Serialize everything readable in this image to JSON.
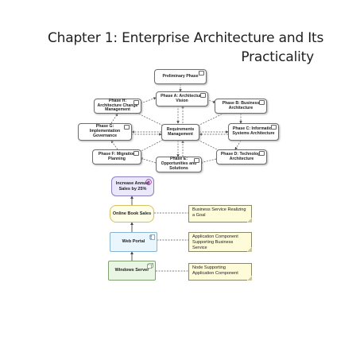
{
  "title": {
    "line1": "Chapter 1: Enterprise Architecture and Its",
    "line2": "Practicality"
  },
  "adm": {
    "preliminary": "Preliminary Phase",
    "phase_a": "Phase A: Architecture Vision",
    "phase_b": "Phase B: Business Architecture",
    "phase_c": "Phase C: Information Systems Architecture",
    "phase_d": "Phase D: Technology Architecture",
    "phase_e": "Phase E: Opportunities and Solutions",
    "phase_f": "Phase F: Migration Planning",
    "phase_g": "Phase G: Implementation Governance",
    "phase_h": "Phase H: Architecture Change Management",
    "requirements": "Requirements Management"
  },
  "layers": {
    "goal": "Increase Annual Sales by 25%",
    "service": "Online Book Sales",
    "component": "Web Portal",
    "node": "Windows Server"
  },
  "notes": {
    "service_note": "Business Service Realizing a Goal",
    "component_note": "Application Component Supporting Business Service",
    "node_note": "Node Supporting Application Component"
  },
  "colors": {
    "goal_fill": "#ece8fb",
    "goal_border": "#8a7fc0",
    "service_fill": "#fefee8",
    "service_border": "#d4c060",
    "component_fill": "#eaf6fd",
    "component_border": "#8ab4d0",
    "node_fill": "#eaf6e4",
    "node_border": "#7fa070",
    "note_fill": "#fdfbd8"
  }
}
